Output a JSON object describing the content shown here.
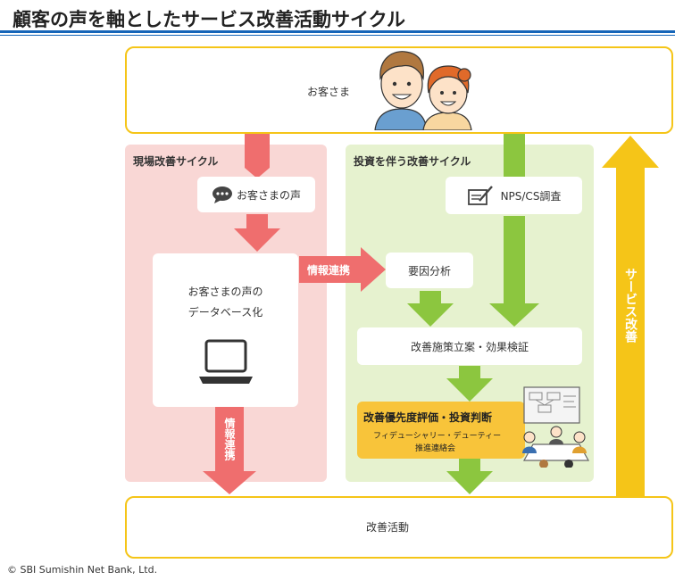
{
  "title": "顧客の声を軸としたサービス改善活動サイクル",
  "customer": {
    "label": "お客さま"
  },
  "left_cycle": {
    "title": "現場改善サイクル",
    "voice_label": "お客さまの声",
    "database_line1": "お客さまの声の",
    "database_line2": "データベース化",
    "info_link_vertical": "情報連携"
  },
  "info_link_horizontal": "情報連携",
  "right_cycle": {
    "title": "投資を伴う改善サイクル",
    "survey_label": "NPS/CS調査",
    "factor_label": "要因分析",
    "plan_label": "改善施策立案・効果検証",
    "priority_title": "改善優先度評価・投資判断",
    "priority_sub1": "フィデューシャリー・デューティー",
    "priority_sub2": "推進連絡会"
  },
  "service_improvement": "サービス改善",
  "improvement_activity": "改善活動",
  "copyright": "© SBI Sumishin Net Bank, Ltd.",
  "colors": {
    "title_rule": "#1565b8",
    "box_border": "#f5c518",
    "left_panel": "#f9d7d5",
    "right_panel": "#e6f2cf",
    "red_arrow": "#ef6e6e",
    "green_arrow": "#8cc63f",
    "yellow_arrow": "#f5c518"
  }
}
